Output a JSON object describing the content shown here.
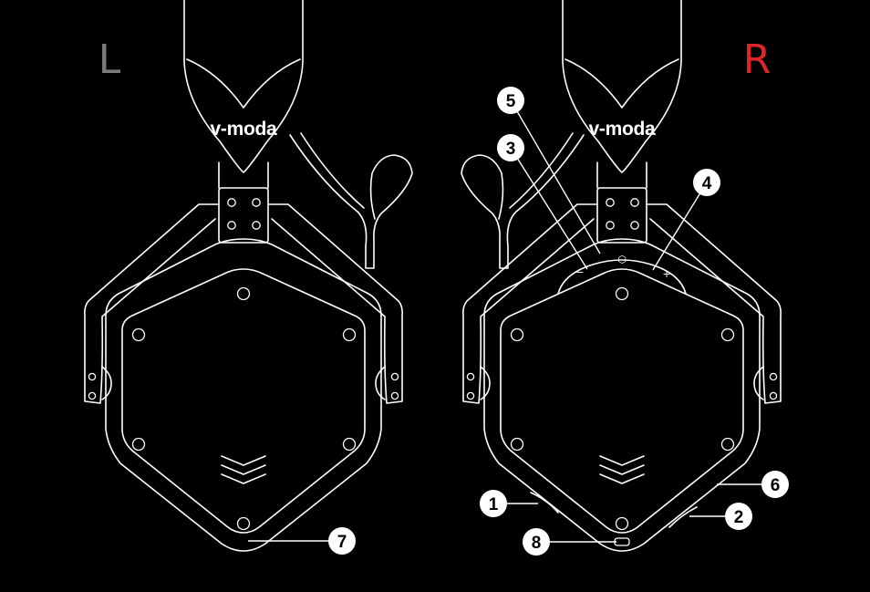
{
  "labels": {
    "left": "L",
    "right": "R"
  },
  "brand": {
    "left": "v-moda",
    "right": "v-moda"
  },
  "buttons": {
    "minus": "−",
    "plus": "+",
    "center": "⬡"
  },
  "callouts": [
    "1",
    "2",
    "3",
    "4",
    "5",
    "6",
    "7",
    "8"
  ],
  "colors": {
    "background": "#000000",
    "line": "#ffffff",
    "left_label": "#7a7a7a",
    "right_label": "#e0262a"
  }
}
